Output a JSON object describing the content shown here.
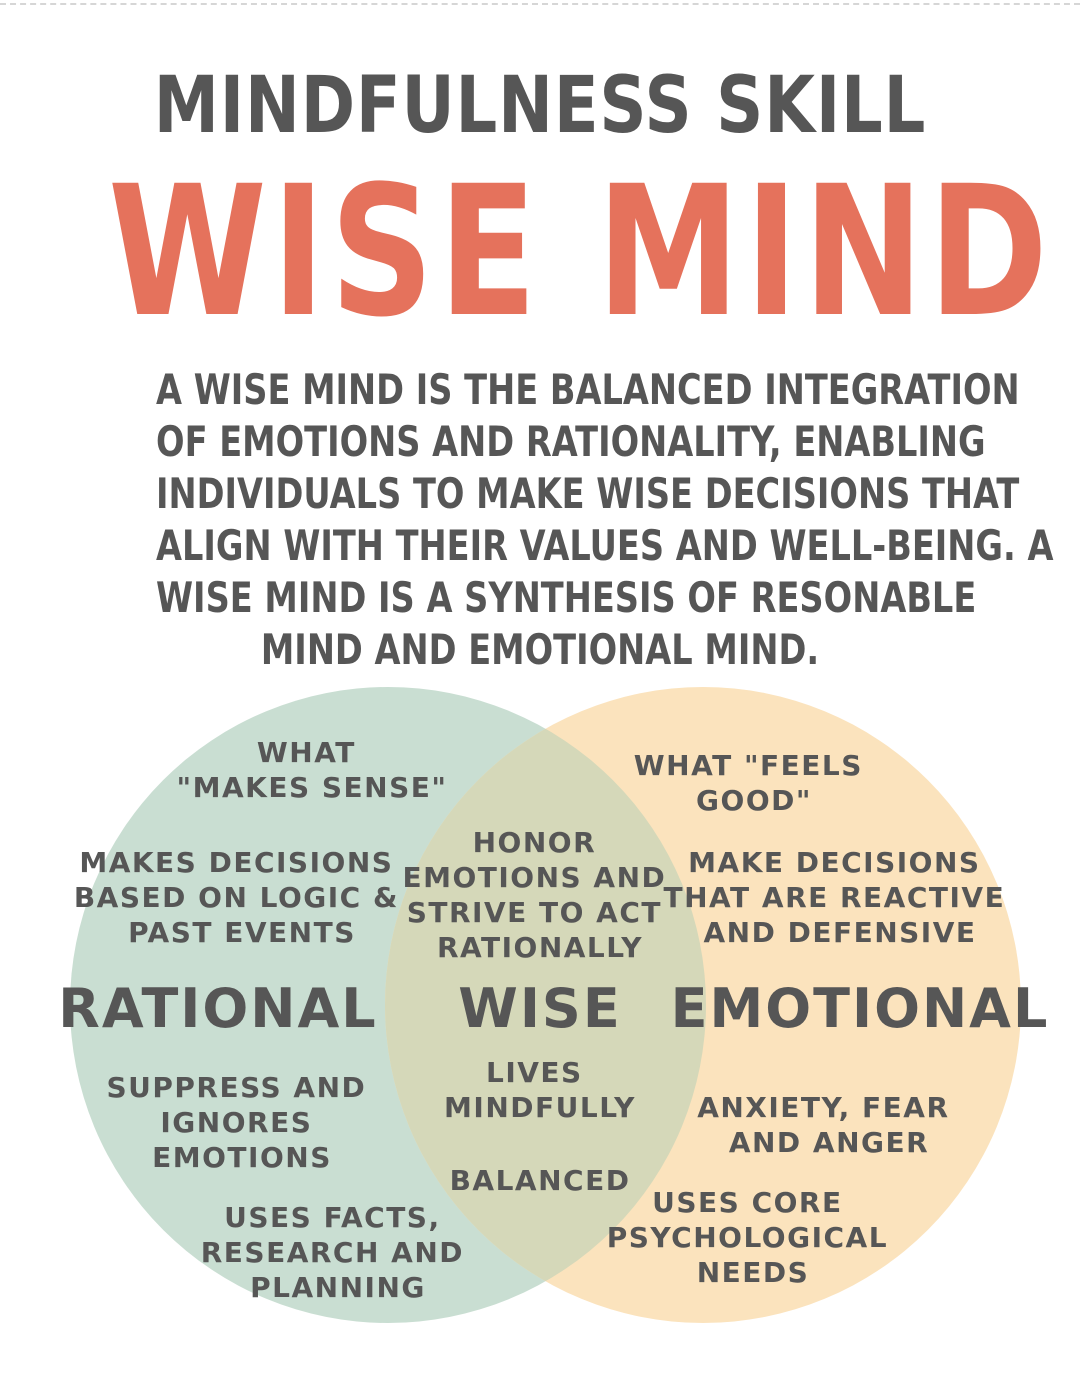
{
  "header": {
    "kicker": "MINDFULNESS SKILL",
    "title": "WISE MIND"
  },
  "description": {
    "lines": [
      "A WISE MIND IS THE BALANCED INTEGRATION",
      "OF EMOTIONS AND RATIONALITY, ENABLING",
      "INDIVIDUALS TO MAKE WISE DECISIONS THAT",
      "ALIGN WITH THEIR VALUES AND WELL-BEING. A",
      "WISE MIND IS A SYNTHESIS OF RESONABLE",
      "MIND AND EMOTIONAL MIND."
    ]
  },
  "colors": {
    "rational_circle": "#c9ded2",
    "emotional_circle": "#fbe3bd",
    "overlap": "#d5d8b9",
    "title": "#e5725c",
    "text": "#565656"
  },
  "venn": {
    "rational": {
      "label": "RATIONAL",
      "what": [
        "WHAT",
        "\"MAKES SENSE\""
      ],
      "decisions": [
        "MAKES DECISIONS",
        "BASED ON LOGIC &",
        "PAST EVENTS"
      ],
      "suppress": [
        "SUPPRESS AND",
        "IGNORES",
        "EMOTIONS"
      ],
      "uses": [
        "USES FACTS,",
        "RESEARCH AND",
        "PLANNING"
      ]
    },
    "wise": {
      "label": "WISE",
      "honor": [
        "HONOR",
        "EMOTIONS AND",
        "STRIVE TO ACT",
        "RATIONALLY"
      ],
      "lives": [
        "LIVES",
        "MINDFULLY"
      ],
      "balanced": "BALANCED"
    },
    "emotional": {
      "label": "EMOTIONAL",
      "what": [
        "WHAT \"FEELS",
        "GOOD\""
      ],
      "decisions": [
        "MAKE DECISIONS",
        "THAT ARE REACTIVE",
        "AND DEFENSIVE"
      ],
      "anxiety": [
        "ANXIETY, FEAR",
        "AND ANGER"
      ],
      "uses": [
        "USES CORE",
        "PSYCHOLOGICAL",
        "NEEDS"
      ]
    }
  }
}
